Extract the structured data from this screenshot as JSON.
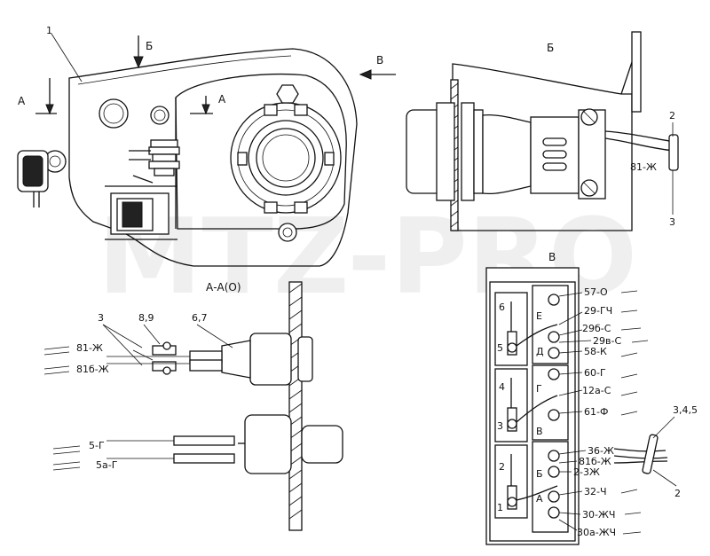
{
  "watermark": "MTZ-PRO",
  "view_labels": {
    "a_left": "А",
    "a_right": "А",
    "b_arrow": "Б",
    "v_arrow": "В",
    "b_view": "Б",
    "v_view": "В",
    "section": "А-А(О)"
  },
  "callouts": {
    "c1": "1",
    "c2_top": "2",
    "c3_top": "3",
    "c3_left": "3",
    "c89": "8,9",
    "c67": "6,7",
    "c345": "3,4,5",
    "c2_right": "2"
  },
  "wires_b": [
    "81-Ж"
  ],
  "wires_aa": [
    "81-Ж",
    "81б-Ж",
    "5-Г",
    "5а-Г"
  ],
  "block_positions": [
    "6",
    "5",
    "4",
    "3",
    "2",
    "1"
  ],
  "block_letters": [
    "Е",
    "Д",
    "Г",
    "В",
    "Б",
    "А"
  ],
  "block_wires": [
    "57-О",
    "29-ГЧ",
    "29б-С",
    "29в-С",
    "58-К",
    "60-Г",
    "12а-С",
    "61-Ф",
    "36-Ж",
    "81б-Ж",
    "2-3Ж",
    "32-Ч",
    "30-ЖЧ",
    "30а-ЖЧ"
  ]
}
